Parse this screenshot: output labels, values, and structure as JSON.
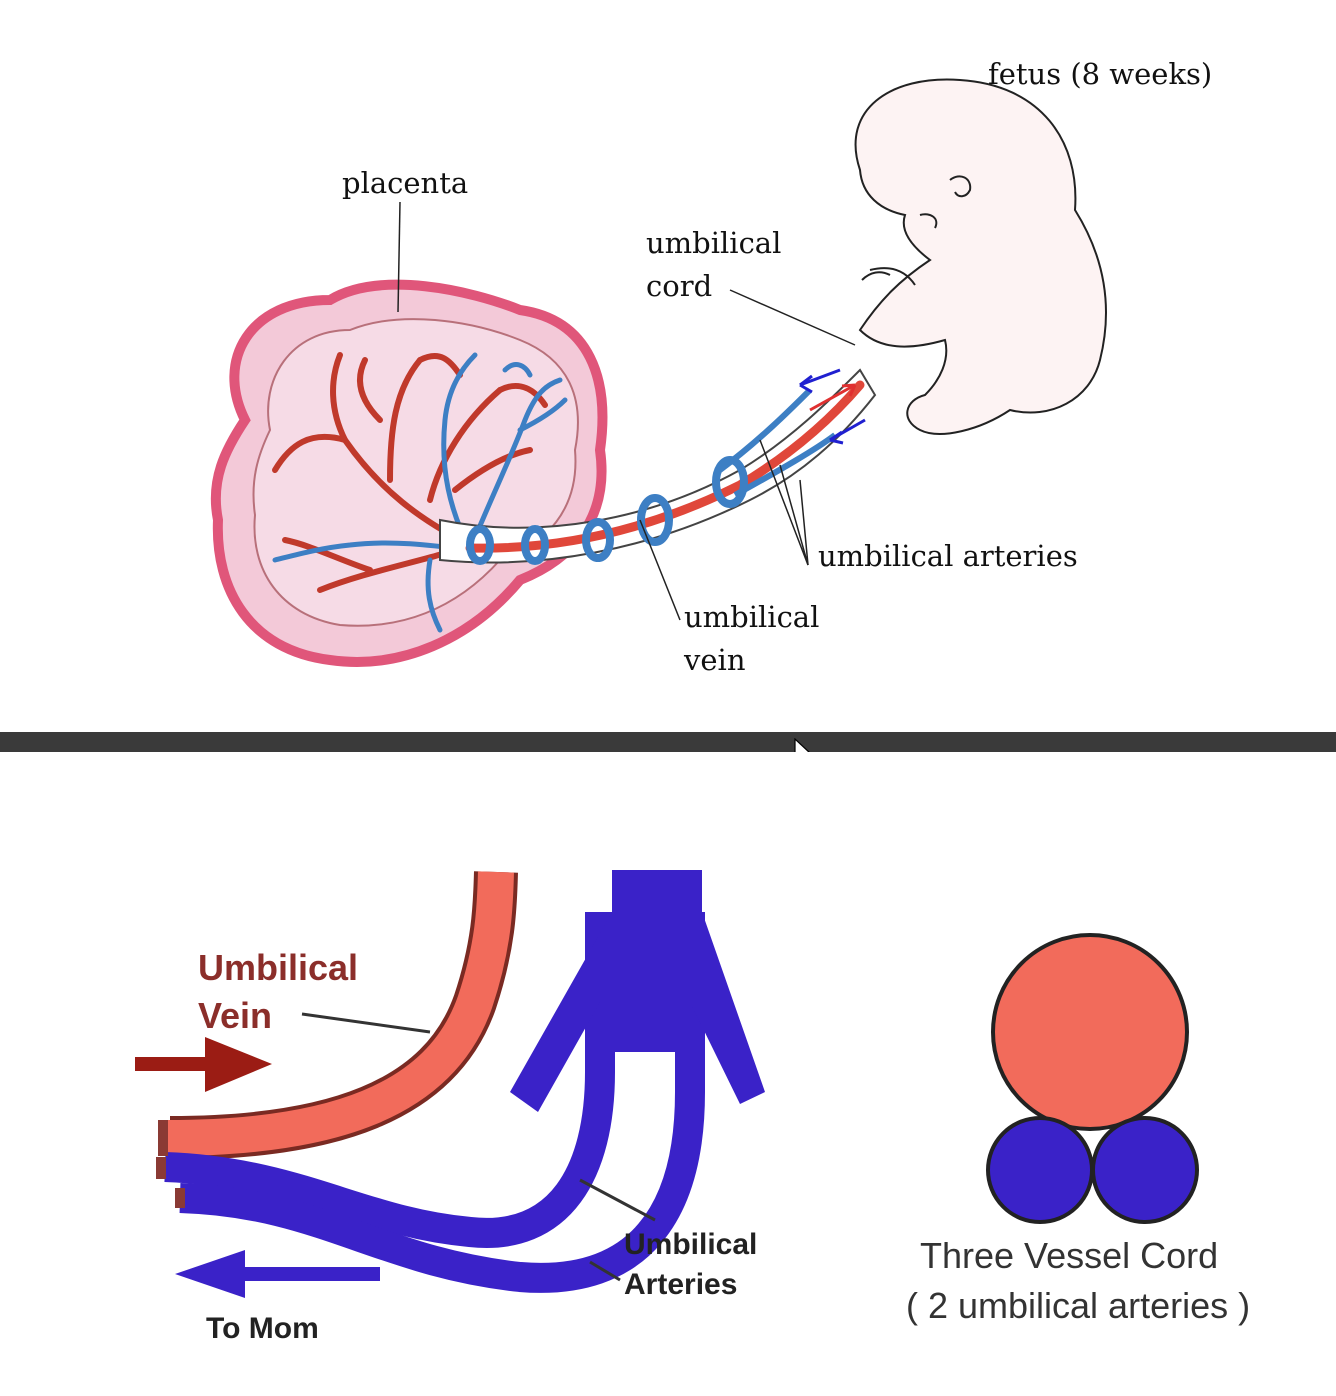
{
  "top_diagram": {
    "labels": {
      "fetus": "fetus (8 weeks)",
      "placenta": "placenta",
      "cord_line1": "umbilical",
      "cord_line2": "cord",
      "arteries": "umbilical arteries",
      "vein_line1": "umbilical",
      "vein_line2": "vein"
    }
  },
  "bottom_diagram": {
    "labels": {
      "vein_line1": "Umbilical",
      "vein_line2": "Vein",
      "arteries_line1": "Umbilical",
      "arteries_line2": "Arteries",
      "to_mom": "To Mom"
    },
    "cross_section": {
      "caption_line1": "Three Vessel Cord",
      "caption_line2": "( 2 umbilical arteries )"
    }
  },
  "colors": {
    "vein": "#f26b5b",
    "artery": "#3a22c8",
    "arrow_in": "#9b1c14",
    "arrow_out": "#3a22c8",
    "divider": "#3a3a3a"
  }
}
